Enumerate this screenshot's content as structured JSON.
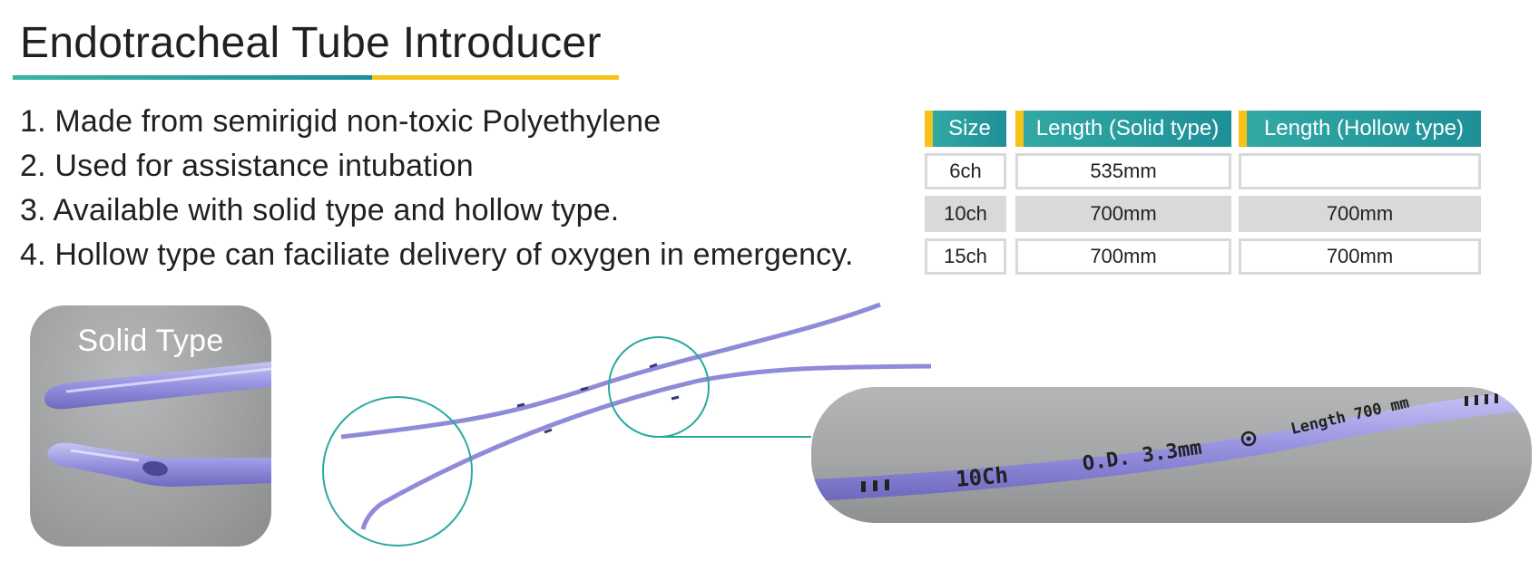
{
  "title": "Endotracheal Tube Introducer",
  "features": [
    "1. Made from semirigid non-toxic Polyethylene",
    "2. Used for assistance intubation",
    "3.  Available with solid type and hollow type.",
    "4. Hollow type can faciliate delivery of oxygen in emergency."
  ],
  "table": {
    "headers": [
      "Size",
      "Length  (Solid type)",
      "Length (Hollow type)"
    ],
    "rows": [
      [
        "6ch",
        "535mm",
        ""
      ],
      [
        "10ch",
        "700mm",
        "700mm"
      ],
      [
        "15ch",
        "700mm",
        "700mm"
      ]
    ]
  },
  "solid_label": "Solid Type",
  "tube_markings": {
    "size": "10Ch",
    "od": "O.D. 3.3mm",
    "length": "Length 700 mm"
  },
  "colors": {
    "tube": "#8f8bd8",
    "teal": "#2aa9a0",
    "yellow": "#f7c21a"
  }
}
